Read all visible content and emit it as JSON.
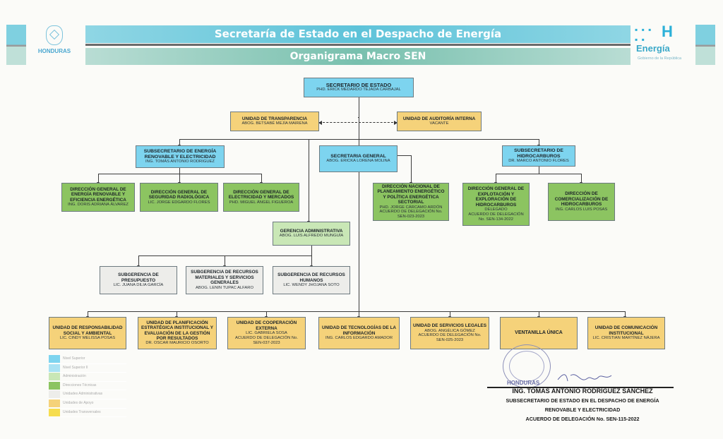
{
  "header": {
    "title": "Secretaría de Estado en el Despacho de Energía",
    "subtitle": "Organigrama Macro SEN",
    "left_logo_text": "HONDURAS",
    "right_logo_text": "Energía",
    "right_logo_sub": "Gobierno de la República",
    "right_logo_icon": "honduras-h-dots-logo"
  },
  "top": {
    "secretario": {
      "title": "SECRETARIO DE ESTADO",
      "name": "PHD. ERICK MEDARDO TEJADA CARBAJAL"
    },
    "transparencia": {
      "title": "UNIDAD DE TRANSPARENCIA",
      "name": "ABOG. BETSABÉ MEJÍA MAIRENA"
    },
    "auditoria": {
      "title": "UNIDAD DE AUDITORÍA INTERNA",
      "name": "VACANTE"
    }
  },
  "level2": {
    "renovable": {
      "title": "SUBSECRETARIO DE ENERGÍA RENOVABLE Y ELECTRICIDAD",
      "name": "ING. TOMÁS ANTONIO RODRIGUEZ"
    },
    "general": {
      "title": "SECRETARIA GENERAL",
      "name": "ABOG. ERICKA LORENA MOLINA"
    },
    "hidrocarburos": {
      "title": "SUBSECRETARIO DE HIDROCARBUROS",
      "name": "DR. MARCO ANTONIO FLORES"
    }
  },
  "directions": [
    {
      "title": "DIRECCIÓN GENERAL DE ENERGÍA RENOVABLE Y EFICIENCIA ENERGÉTICA",
      "name": "ING. DORIS ADRIANA ÁLVAREZ",
      "extra": ""
    },
    {
      "title": "DIRECCIÓN GENERAL DE SEGURIDAD RADIOLÓGICA",
      "name": "LIC. JORGE EDGARDO FLORES",
      "extra": ""
    },
    {
      "title": "DIRECCIÓN GENERAL DE ELECTRICIDAD Y MERCADOS",
      "name": "PHD. MIGUEL ÁNGEL FIGUEROA",
      "extra": ""
    },
    {
      "title": "DIRECCIÓN NACIONAL DE PLANEAMIENTO ENERGÉTICO Y POLÍTICA ENERGÉTICA SECTORIAL",
      "name": "PHD. JORGE CÁRCAMO ARDÓN",
      "extra": "ACUERDO DE DELEGACIÓN No. SEN-023-2023"
    },
    {
      "title": "DIRECCIÓN GENERAL DE EXPLOTACIÓN Y EXPLORACIÓN DE HIDROCARBUROS",
      "name": "DELEGADO",
      "extra": "ACUERDO DE DELEGACIÓN No. SEN-134-2022"
    },
    {
      "title": "DIRECCIÓN DE COMERCIALIZACIÓN DE HIDROCARBUROS",
      "name": "ING. CARLOS LUIS POSAS",
      "extra": ""
    }
  ],
  "gerencia": {
    "title": "GERENCIA ADMINISTRATIVA",
    "name": "ABOG. LUIS ALFREDO MUNGUÍA"
  },
  "subgerencias": [
    {
      "title": "SUBGERENCIA DE PRESUPUESTO",
      "name": "LIC. JUANA DILIA GARCÍA"
    },
    {
      "title": "SUBGERENCIA DE RECURSOS MATERIALES Y SERVICIOS GENERALES",
      "name": "ABOG. LENIN TUPAC ALFARO"
    },
    {
      "title": "SUBGERENCIA DE RECURSOS HUMANOS",
      "name": "LIC. WENDY JHOJANA SOTO"
    }
  ],
  "units": [
    {
      "title": "UNIDAD DE RESPONSABILIDAD SOCIAL Y AMBIENTAL",
      "name": "LIC. CINDY MELISSA POSAS",
      "extra": ""
    },
    {
      "title": "UNIDAD DE PLANIFICACIÓN ESTRATÉGICA INSTITUCIONAL Y EVALUACIÓN DE LA GESTIÓN POR RESULTADOS",
      "name": "DR. OSCAR MAURICIO OSORTO",
      "extra": ""
    },
    {
      "title": "UNIDAD DE COOPERACIÓN EXTERNA",
      "name": "LIC. GABRIELA SOSA",
      "extra": "ACUERDO DE DELEGACIÓN No. SEN-037-2023"
    },
    {
      "title": "UNIDAD DE TECNOLOGÍAS DE LA INFORMACIÓN",
      "name": "ING. CARLOS EDGARDO AMADOR",
      "extra": ""
    },
    {
      "title": "UNIDAD DE SERVICIOS LEGALES",
      "name": "ABOG. ANGÉLICA GÓMEZ",
      "extra": "ACUERDO DE DELEGACIÓN No. SEN-025-2023"
    },
    {
      "title": "VENTANILLA ÚNICA",
      "name": "",
      "extra": ""
    },
    {
      "title": "UNIDAD DE COMUNICACIÓN INSTITUCIONAL",
      "name": "LIC. CRISTIAN MARTÍNEZ NÁJERA",
      "extra": ""
    }
  ],
  "legend": [
    {
      "label": "Nivel Superior",
      "color": "#7dd4ef"
    },
    {
      "label": "Nivel Superior II",
      "color": "#a9e2f3"
    },
    {
      "label": "Administración",
      "color": "#c9e7b6"
    },
    {
      "label": "Direcciones Técnicas",
      "color": "#8cc461"
    },
    {
      "label": "Unidades Administrativas",
      "color": "#ededea"
    },
    {
      "label": "Unidades de Apoyo",
      "color": "#f5d27a"
    },
    {
      "label": "Unidades Transversales",
      "color": "#f6dd4f"
    }
  ],
  "signature": {
    "stamp_text": "HONDURAS",
    "name": "ING. TOMÁS ANTONIO RODRÍGUEZ SÁNCHEZ",
    "line1": "SUBSECRETARIO DE ESTADO EN EL DESPACHO DE ENERGÍA",
    "line2": "RENOVABLE Y ELECTRICIDAD",
    "line3": "ACUERDO DE DELEGACIÓN No. SEN-115-2022"
  }
}
